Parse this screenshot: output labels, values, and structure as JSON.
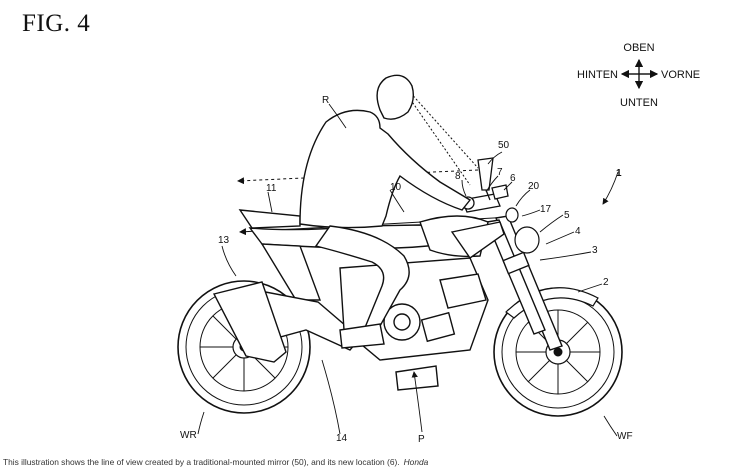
{
  "figure": {
    "title": "FIG. 4"
  },
  "compass": {
    "up": "OBEN",
    "down": "UNTEN",
    "left": "HINTEN",
    "right": "VORNE"
  },
  "labels": {
    "r": "R",
    "n50": "50",
    "n7": "7",
    "n6": "6",
    "n8": "8",
    "n20": "20",
    "n1": "1",
    "n11": "11",
    "n10": "10",
    "n17": "17",
    "n5": "5",
    "n4": "4",
    "n13": "13",
    "n3": "3",
    "n2": "2",
    "wr": "WR",
    "n14": "14",
    "p": "P",
    "wf": "WF"
  },
  "caption": {
    "text": "This illustration shows the line of view created by a traditional-mounted mirror (50), and its new location (6).",
    "credit": "Honda"
  }
}
